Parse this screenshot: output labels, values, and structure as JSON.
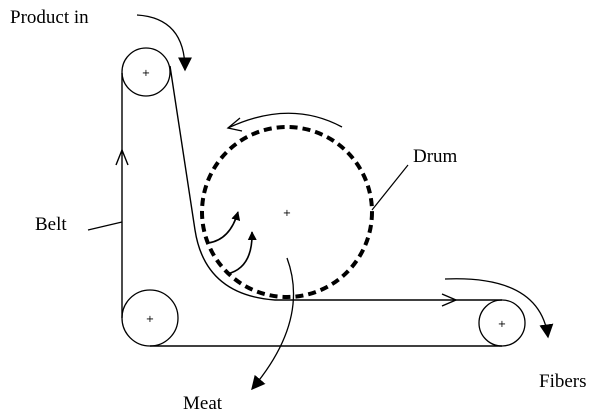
{
  "labels": {
    "product_in": "Product in",
    "drum": "Drum",
    "belt": "Belt",
    "fibers": "Fibers",
    "meat": "Meat"
  },
  "center_mark": "+",
  "colors": {
    "ink": "#000000",
    "background": "#ffffff"
  }
}
